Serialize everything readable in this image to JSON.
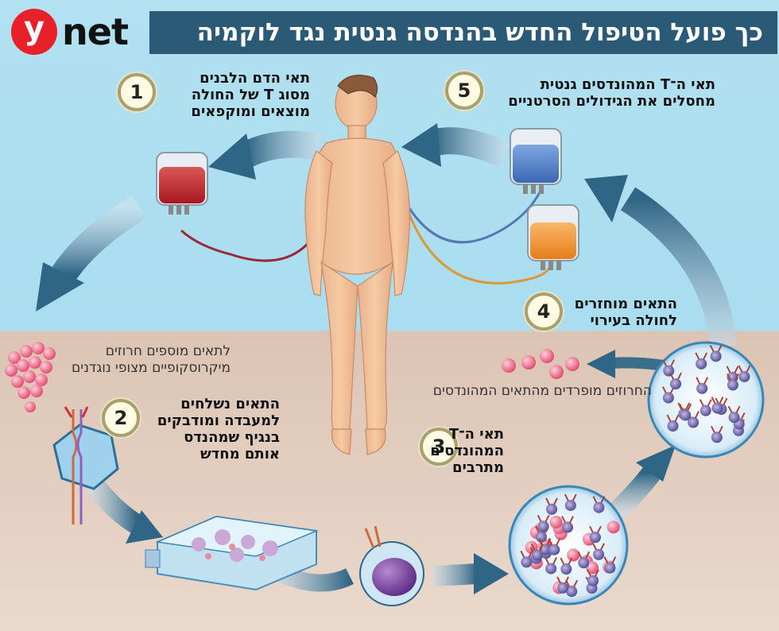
{
  "logo": {
    "letter": "y",
    "word": "net",
    "brand_color": "#e8202a"
  },
  "header": {
    "title": "כך פועל הטיפול החדש בהנדסה גנטית נגד לוקמיה",
    "bg_color": "#2a5a75"
  },
  "steps": [
    {
      "number": "1",
      "lines": [
        "תאי הדם הלבנים",
        "מסוג T של החולה",
        "מוצאים ומוקפאים"
      ]
    },
    {
      "number": "2",
      "lines": [
        "התאים נשלחים",
        "למעבדה ומודבקים",
        "בנגיף שמהנדס",
        "אותם מחדש"
      ]
    },
    {
      "number": "3",
      "lines": [
        "תאי ה־T",
        "המהונדסים",
        "מתרבים"
      ]
    },
    {
      "number": "4",
      "lines": [
        "התאים מוחזרים",
        "לחולה בעירוי"
      ]
    },
    {
      "number": "5",
      "lines": [
        "תאי ה־T המהונדסים גנטית",
        "מחסלים את הגידולים הסרטניים"
      ]
    }
  ],
  "notes": {
    "beads_added": [
      "לתאים מוספים חרוזים",
      "מיקרוסקופיים מצופי נוגדנים"
    ],
    "beads_removed": "החרוזים מופרדים מהתאים המהונדסים"
  },
  "colors": {
    "sky": "#a9ddef",
    "ground": "#e9d9cc",
    "arrow": "#3a6e8c",
    "blood_bag": "#c0272d",
    "blue_bag": "#4a7fc8",
    "orange_bag": "#f0902a",
    "bead": "#e85a7a",
    "t_cell": "#7a3e9e"
  }
}
